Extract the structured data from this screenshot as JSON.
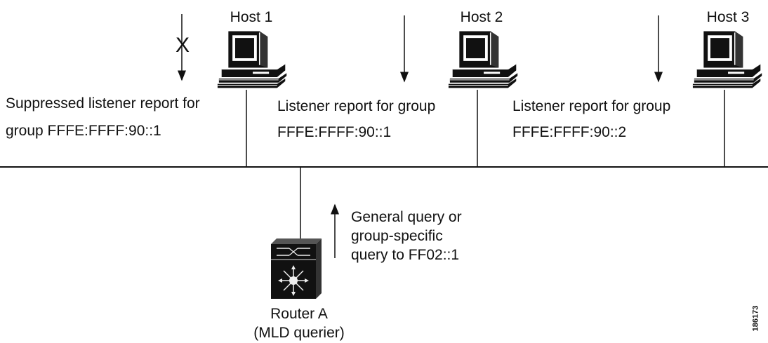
{
  "hosts": [
    {
      "label": "Host 1"
    },
    {
      "label": "Host 2"
    },
    {
      "label": "Host 3"
    }
  ],
  "reports": [
    {
      "line1": "Suppressed listener report for",
      "line2": "group FFFE:FFFF:90::1",
      "suppressed": true
    },
    {
      "line1": "Listener report for group",
      "line2": "FFFE:FFFF:90::1",
      "suppressed": false
    },
    {
      "line1": "Listener  report for group",
      "line2": "FFFE:FFFF:90::2",
      "suppressed": false
    }
  ],
  "suppressed_marker": "X",
  "query": {
    "line1": "General query or",
    "line2": "group-specific",
    "line3": "query to FF02::1"
  },
  "router": {
    "line1": "Router A",
    "line2": "(MLD querier)"
  },
  "figure_id": "186173"
}
